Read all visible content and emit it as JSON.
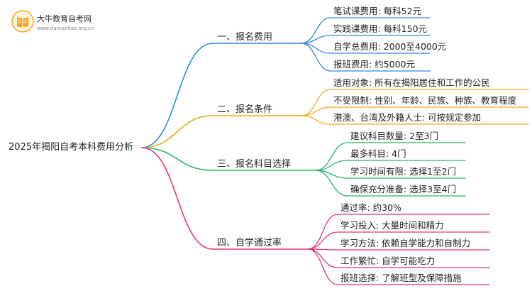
{
  "header": {
    "site_name": "大牛教育自考网",
    "site_url": "www.daniuzikao.org.cn",
    "logo_icon": "book-icon"
  },
  "mindmap": {
    "root": "2025年揭阳自考本科费用分析",
    "branches": [
      {
        "label": "一、报名费用",
        "color": "#2f86e6",
        "items": [
          "笔试课费用: 每科52元",
          "实践课费用: 每科150元",
          "自学总费用: 2000至4000元",
          "报班费用: 约5000元"
        ]
      },
      {
        "label": "二、报名条件",
        "color": "#f0a81c",
        "items": [
          "适用对象: 所有在揭阳居住和工作的公民",
          "不受限制: 性别、年龄、民族、种族、教育程度",
          "港澳、台湾及外籍人士: 可按规定参加"
        ]
      },
      {
        "label": "三、报名科目选择",
        "color": "#27b56c",
        "items": [
          "建议科目数量: 2至3门",
          "最多科目: 4门",
          "学习时间有限: 选择1至2门",
          "确保充分准备: 选择3至4门"
        ]
      },
      {
        "label": "四、自学通过率",
        "color": "#e5317a",
        "items": [
          "通过率: 约30%",
          "学习投入: 大量时间和精力",
          "学习方法: 依赖自学能力和自制力",
          "工作繁忙: 自学可能吃力",
          "报班选择: 了解班型及保障措施"
        ]
      }
    ]
  }
}
